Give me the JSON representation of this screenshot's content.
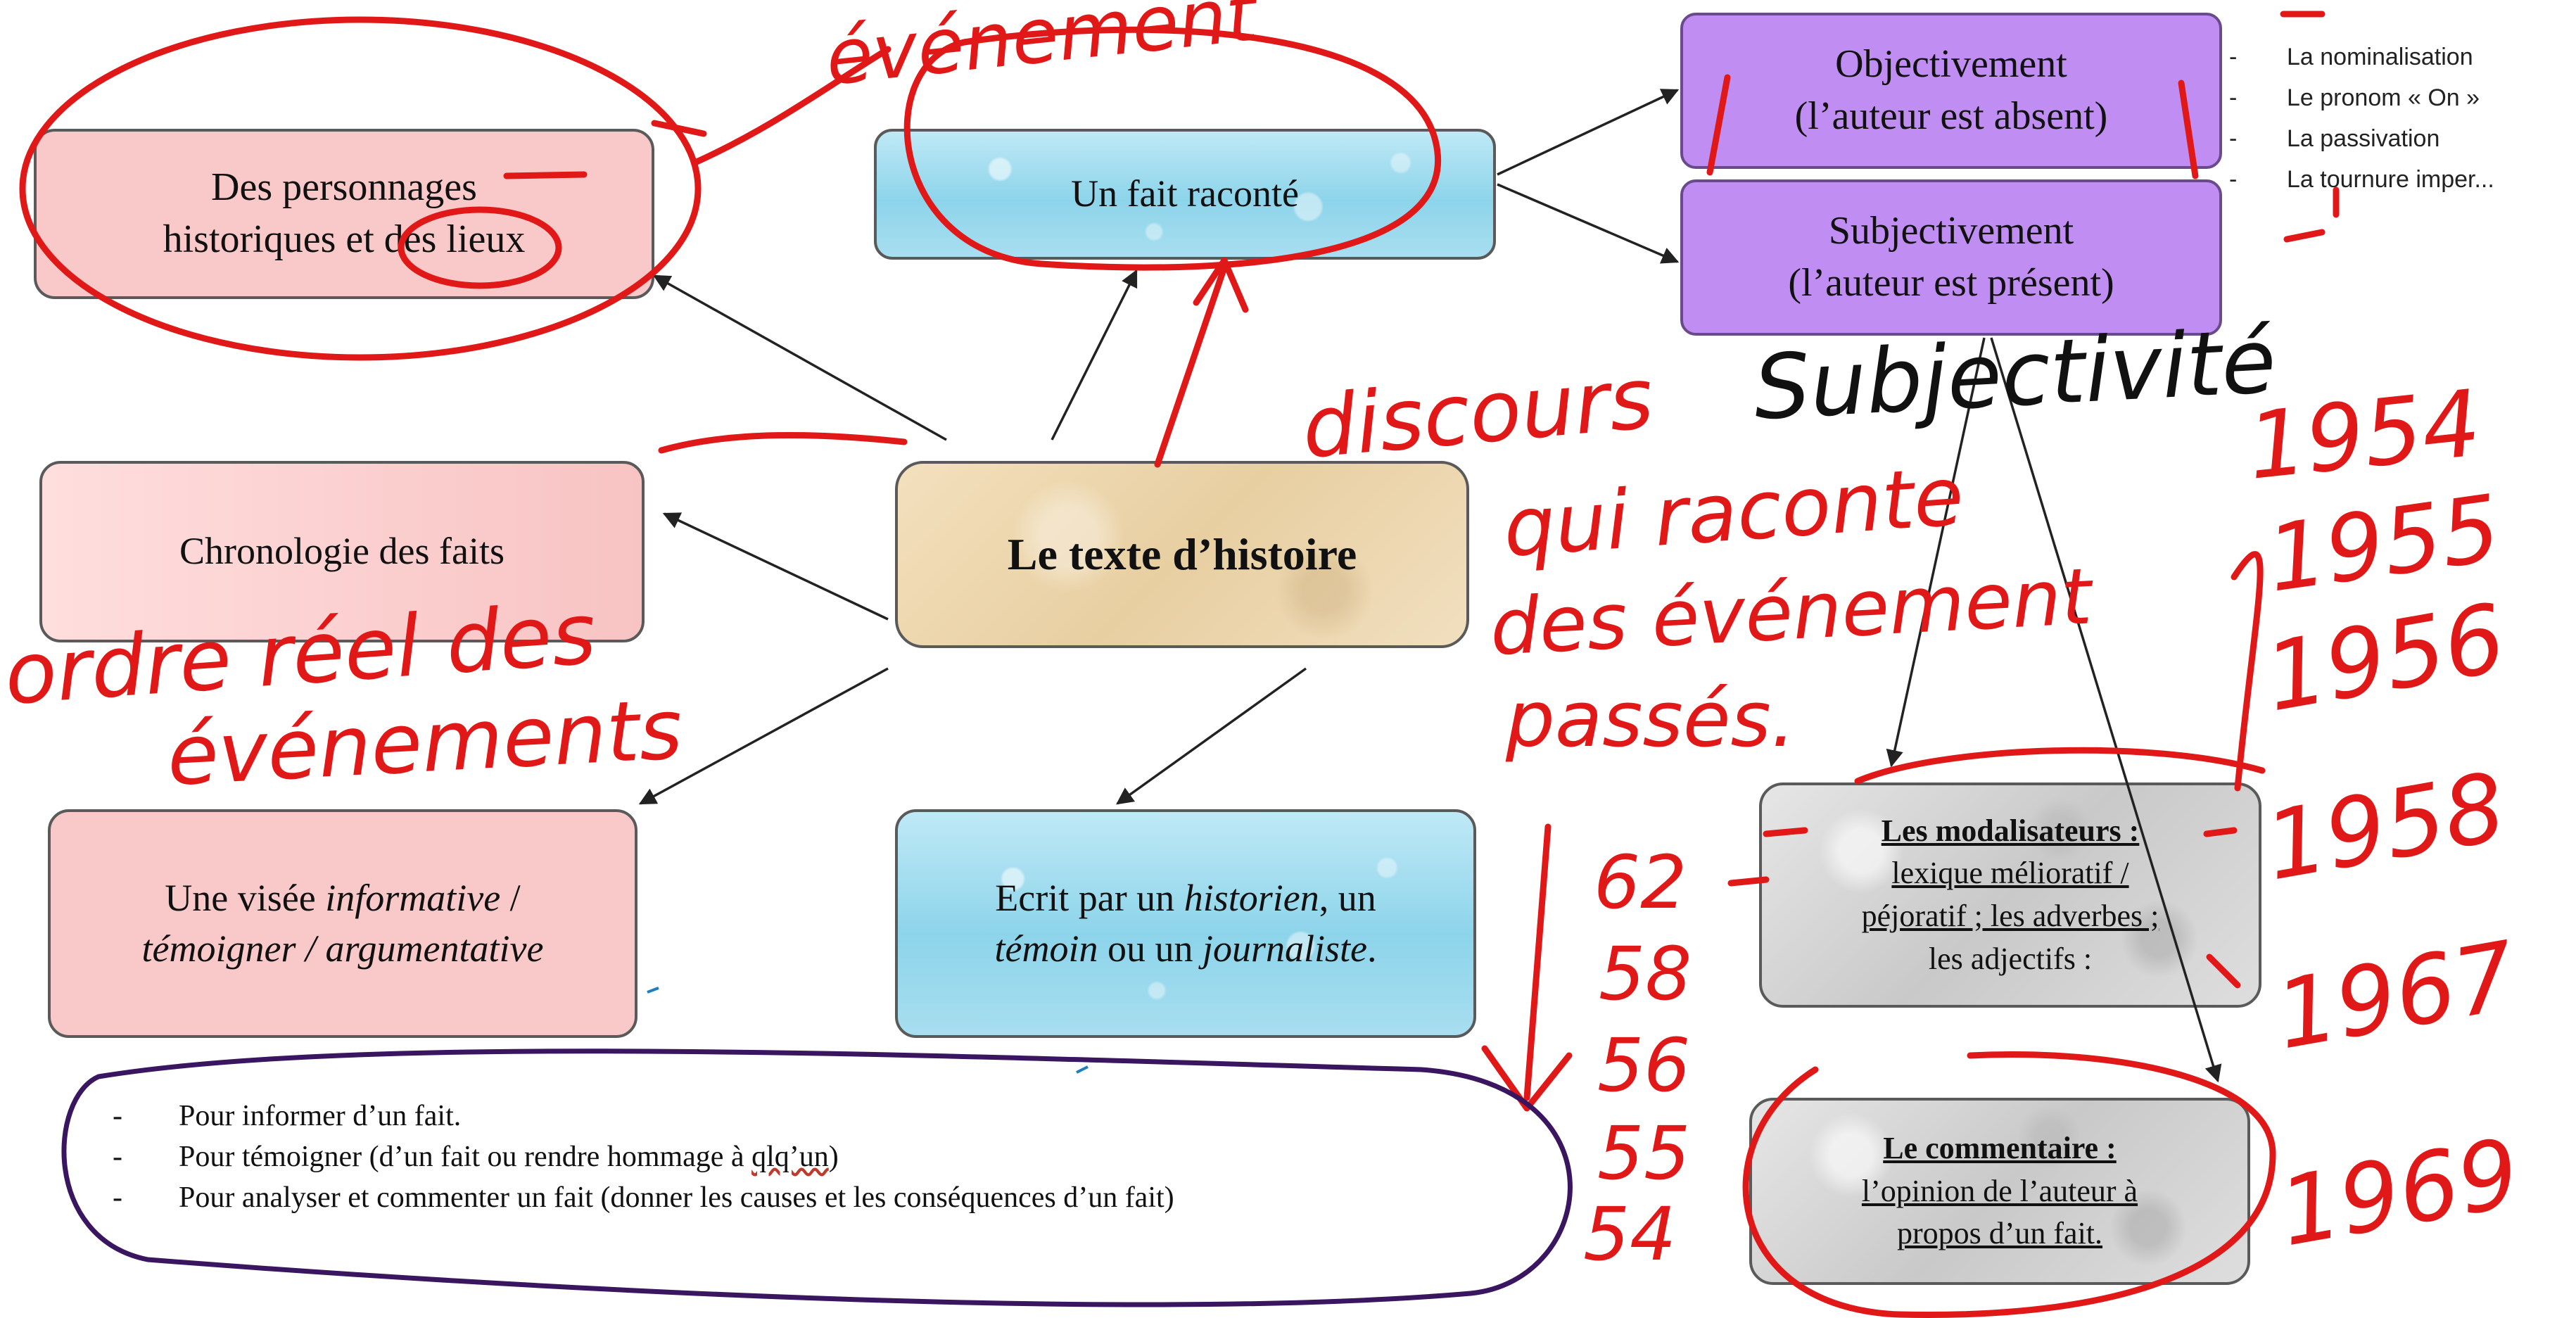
{
  "diagram": {
    "center": "Le texte d’histoire",
    "fait": "Un fait raconté",
    "personnages": [
      "Des personnages",
      "historiques et des lieux"
    ],
    "chronologie": "Chronologie des faits",
    "visee": {
      "p1": "Une visée ",
      "p2": "informative",
      "p3": " /",
      "p4": "témoigner / argumentative"
    },
    "ecrit": {
      "p1": "Ecrit par un ",
      "p2": "historien",
      "p3": ", un",
      "p4": "témoin",
      "p5": " ou un ",
      "p6": "journaliste",
      "p7": "."
    },
    "objectivement": [
      "Objectivement",
      "(l’auteur est absent)"
    ],
    "subjectivement": [
      "Subjectivement",
      "(l’auteur est présent)"
    ],
    "modalisateurs": {
      "title": "Les modalisateurs :",
      "l1": "lexique mélioratif /",
      "l2": "péjoratif ; les adverbes ;",
      "l3": "les adjectifs :"
    },
    "commentaire": {
      "title": "Le commentaire :",
      "l1": "l’opinion de l’auteur à",
      "l2": "propos d’un fait."
    },
    "objective_markers": [
      "La nominalisation",
      "Le pronom « On »",
      "La passivation",
      "La tournure imper..."
    ],
    "purposes": [
      "Pour informer d’un fait.",
      "Pour témoigner (d’un fait ou rendre hommage à ",
      "qlq’un",
      ")",
      "Pour analyser et commenter un fait (donner les causes et les conséquences d’un fait)"
    ],
    "dash": "-"
  },
  "handwriting": {
    "evenement": "événement",
    "discours": "discours",
    "qui_raconte": "qui raconte",
    "des_evenements": "des événement",
    "passes": "passés.",
    "subjectivite": "Subjectivité",
    "ordre": "ordre réel des",
    "evenements": "événements",
    "years_left": [
      "62",
      "58",
      "56",
      "55",
      "54"
    ],
    "years_right": [
      "1954",
      "1955",
      "1956",
      "1958",
      "1967",
      "1969"
    ]
  },
  "colors": {
    "annotation_red": "#e01818",
    "annotation_purple": "#3a1660",
    "annotation_black": "#111111"
  }
}
